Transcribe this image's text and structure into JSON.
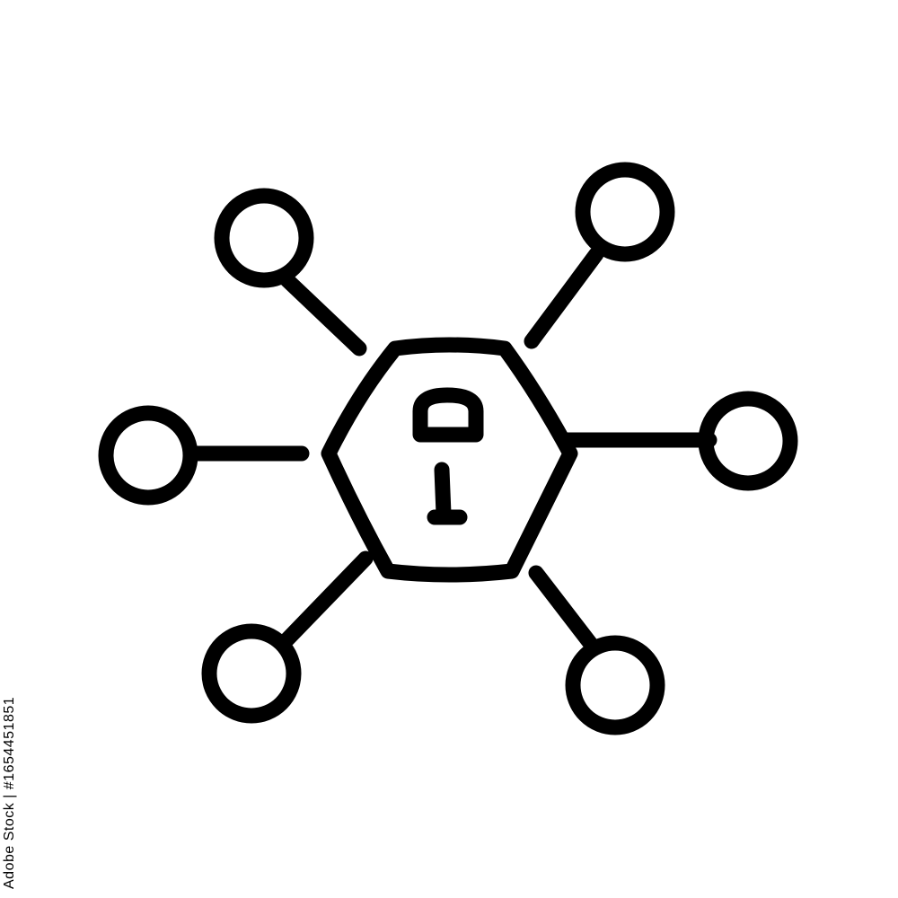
{
  "icon": {
    "name": "secure-network-lock",
    "stroke_color": "#000000",
    "background_color": "#ffffff",
    "node_count": 6
  },
  "watermark": {
    "stock_id": "Adobe Stock | #165445185​1",
    "watermark_brand": "Adobe Stock"
  }
}
